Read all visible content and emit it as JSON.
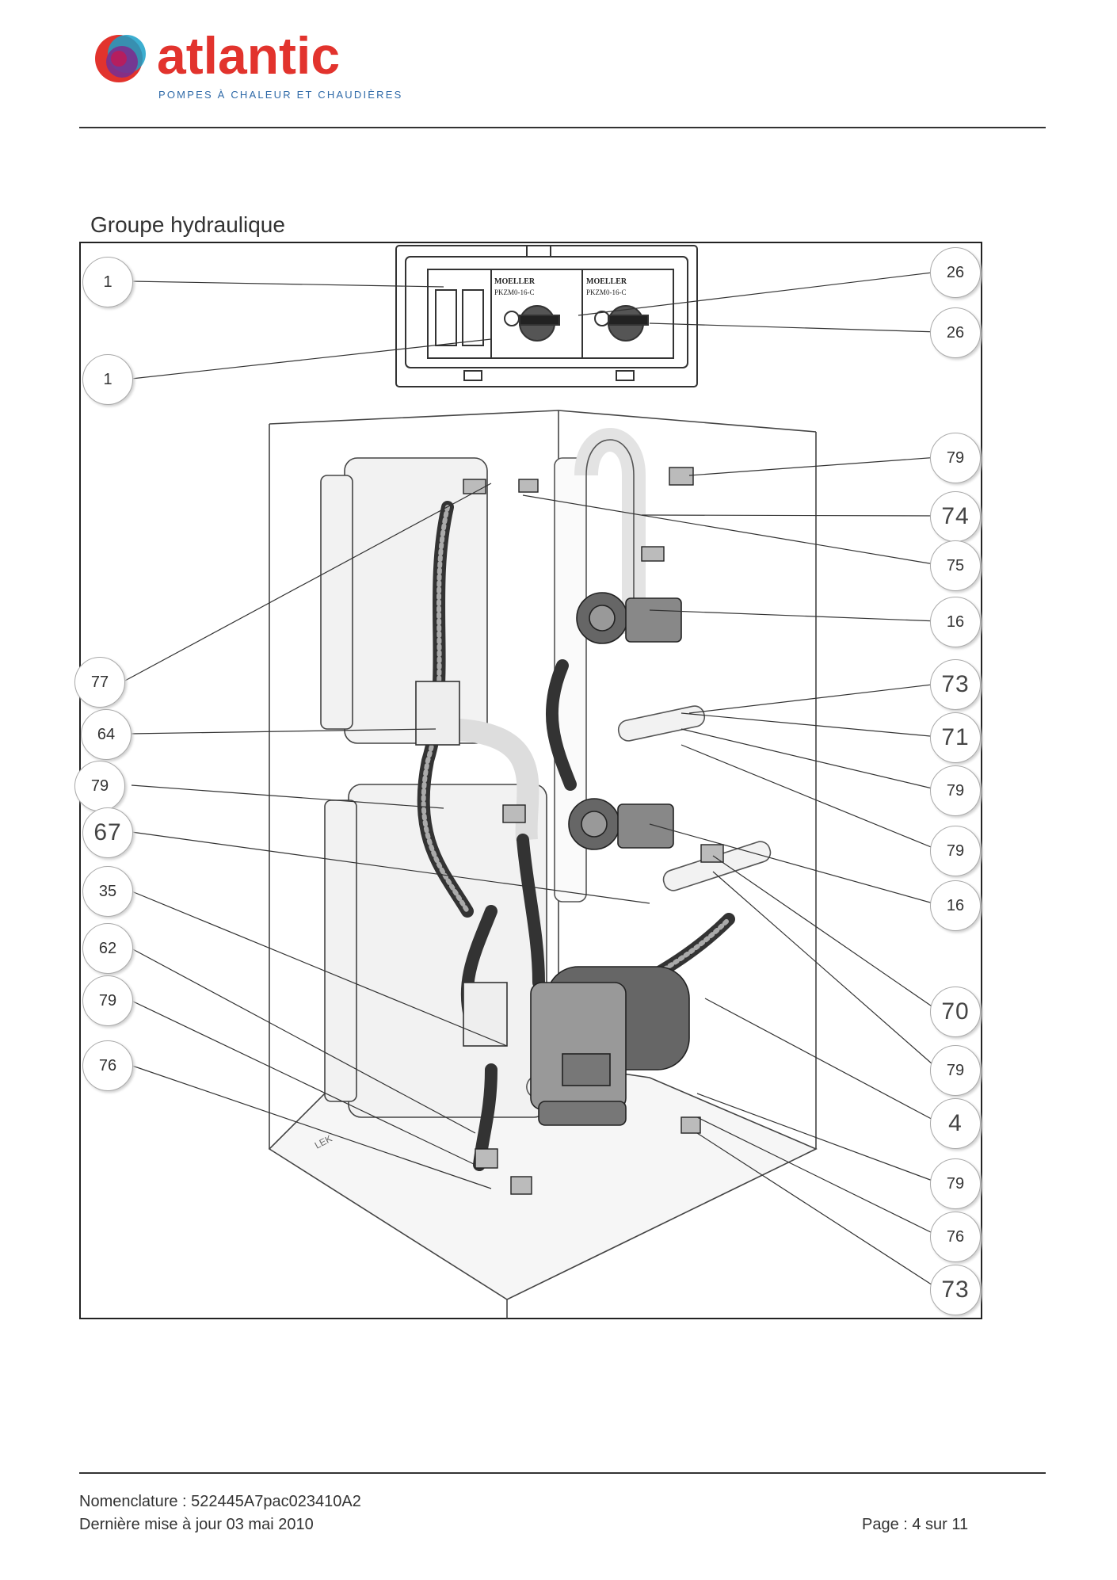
{
  "header": {
    "brand": "atlantic",
    "tagline": "POMPES À CHALEUR ET CHAUDIÈRES",
    "brand_color": "#e2332d",
    "tagline_color": "#2f6aa8"
  },
  "section_title": "Groupe hydraulique",
  "figure": {
    "breaker_labels": [
      "MOELLER",
      "PKZM0-16-C",
      "MOELLER",
      "PKZM0-16-C"
    ],
    "unit_marking": "LEK",
    "callouts_left": [
      "1",
      "1",
      "77",
      "64",
      "79",
      "67",
      "35",
      "62",
      "79",
      "76"
    ],
    "callouts_right": [
      "26",
      "26",
      "79",
      "74",
      "75",
      "16",
      "73",
      "71",
      "79",
      "79",
      "16",
      "70",
      "79",
      "4",
      "79",
      "76",
      "73"
    ]
  },
  "footer": {
    "nomenclature": "Nomenclature : 522445A7pac023410A2",
    "updated": "Dernière mise à jour 03 mai 2010",
    "page": "Page : 4 sur 11"
  }
}
